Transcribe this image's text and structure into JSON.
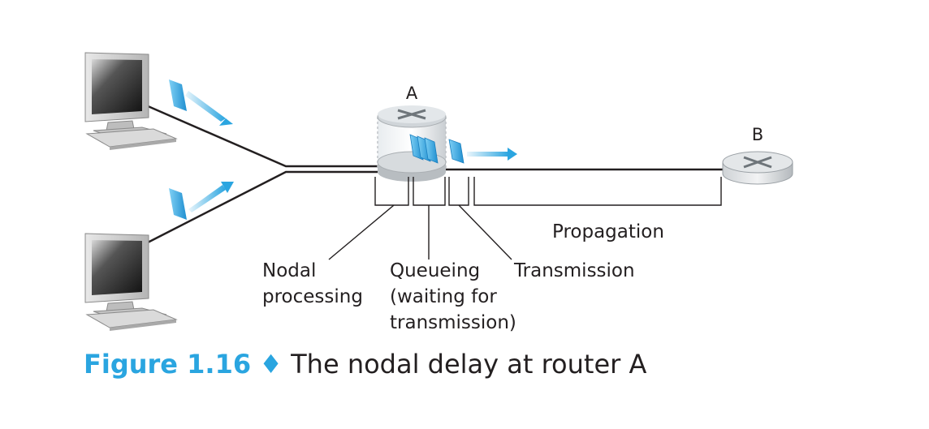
{
  "nodes": {
    "router_a": "A",
    "router_b": "B"
  },
  "labels": {
    "nodal_processing": [
      "Nodal",
      "processing"
    ],
    "queueing": [
      "Queueing",
      "(waiting for",
      "transmission)"
    ],
    "transmission": "Transmission",
    "propagation": "Propagation"
  },
  "caption": {
    "figure_number": "Figure 1.16",
    "separator": "♦",
    "text": "The nodal delay at router A"
  },
  "colors": {
    "accent": "#2aa5e0",
    "packet": "#2aa5e0",
    "line": "#231f20"
  }
}
